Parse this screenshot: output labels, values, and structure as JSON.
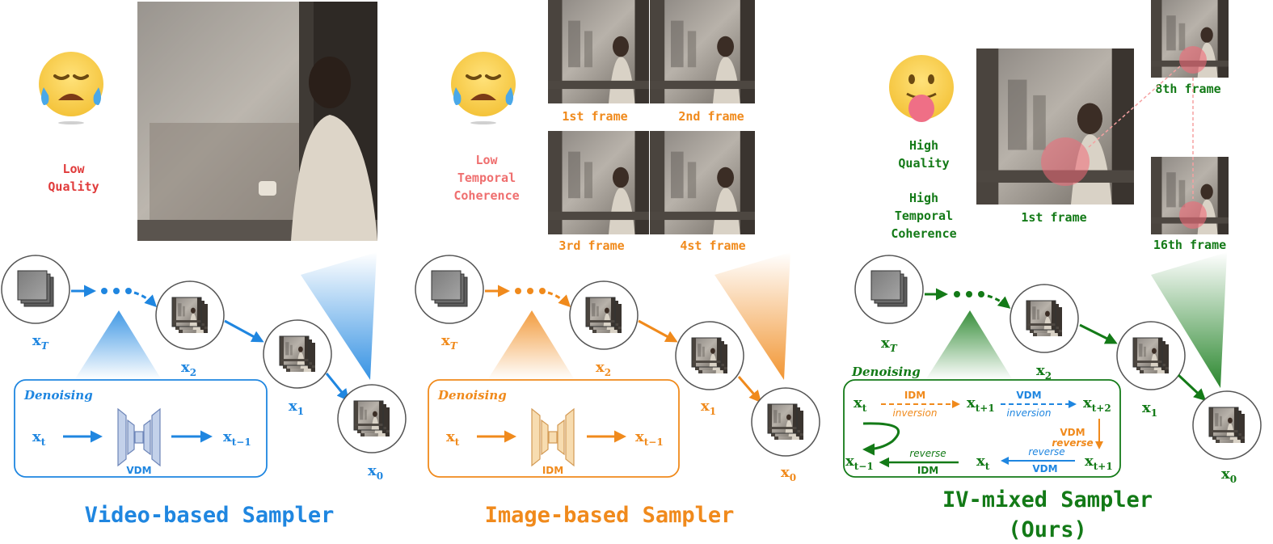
{
  "colors": {
    "blue": "#1f86e0",
    "orange": "#f08a1c",
    "green": "#137a17",
    "red": "#e03b3b",
    "pink": "#ef6f6f",
    "light_red_dot": "#f06a78"
  },
  "emoji": {
    "crying": "crying-face-emoji",
    "tongue": "tongue-out-face-emoji"
  },
  "video_panel": {
    "quality_label": [
      "Low",
      "Quality"
    ],
    "x_T": "x",
    "x_T_sub": "T",
    "x2": "x",
    "x2_sub": "2",
    "x1": "x",
    "x1_sub": "1",
    "x0": "x",
    "x0_sub": "0",
    "denoising": "Denoising",
    "xt": "x",
    "xt_sub": "t",
    "xt1": "x",
    "xt1_sub": "t−1",
    "model": "VDM",
    "title": "Video-based Sampler"
  },
  "image_panel": {
    "quality_label": [
      "Low",
      "Temporal",
      "Coherence"
    ],
    "frames": [
      "1st frame",
      "2nd frame",
      "3rd frame",
      "4st frame"
    ],
    "x_T": "x",
    "x_T_sub": "T",
    "x2": "x",
    "x2_sub": "2",
    "x1": "x",
    "x1_sub": "1",
    "x0": "x",
    "x0_sub": "0",
    "denoising": "Denoising",
    "xt": "x",
    "xt_sub": "t",
    "xt1": "x",
    "xt1_sub": "t−1",
    "model": "IDM",
    "title": "Image-based Sampler"
  },
  "mixed_panel": {
    "quality_label": [
      "High",
      "Quality"
    ],
    "coherence_label": [
      "High",
      "Temporal",
      "Coherence"
    ],
    "frames": [
      "1st frame",
      "8th frame",
      "16th frame"
    ],
    "x_T": "x",
    "x_T_sub": "T",
    "x2": "x",
    "x2_sub": "2",
    "x1": "x",
    "x1_sub": "1",
    "x0": "x",
    "x0_sub": "0",
    "denoising": "Denoising",
    "nodes": {
      "xt": "x",
      "xt_sub": "t",
      "xt_plus1": "x",
      "xt_plus1_sub": "t+1",
      "xt_plus2": "x",
      "xt_plus2_sub": "t+2",
      "xt_plus1_b": "x",
      "xt_plus1_b_sub": "t+1",
      "xt_b": "x",
      "xt_b_sub": "t",
      "xt_minus1": "x",
      "xt_minus1_sub": "t−1"
    },
    "edges": {
      "idm_inversion": [
        "IDM",
        "inversion"
      ],
      "vdm_inversion": [
        "VDM",
        "inversion"
      ],
      "vdm_reverse": [
        "VDM",
        "reverse"
      ],
      "vdm_reverse_b": [
        "reverse",
        "VDM"
      ],
      "idm_reverse": [
        "reverse",
        "IDM"
      ]
    },
    "title": [
      "IV-mixed Sampler",
      "(Ours)"
    ]
  }
}
